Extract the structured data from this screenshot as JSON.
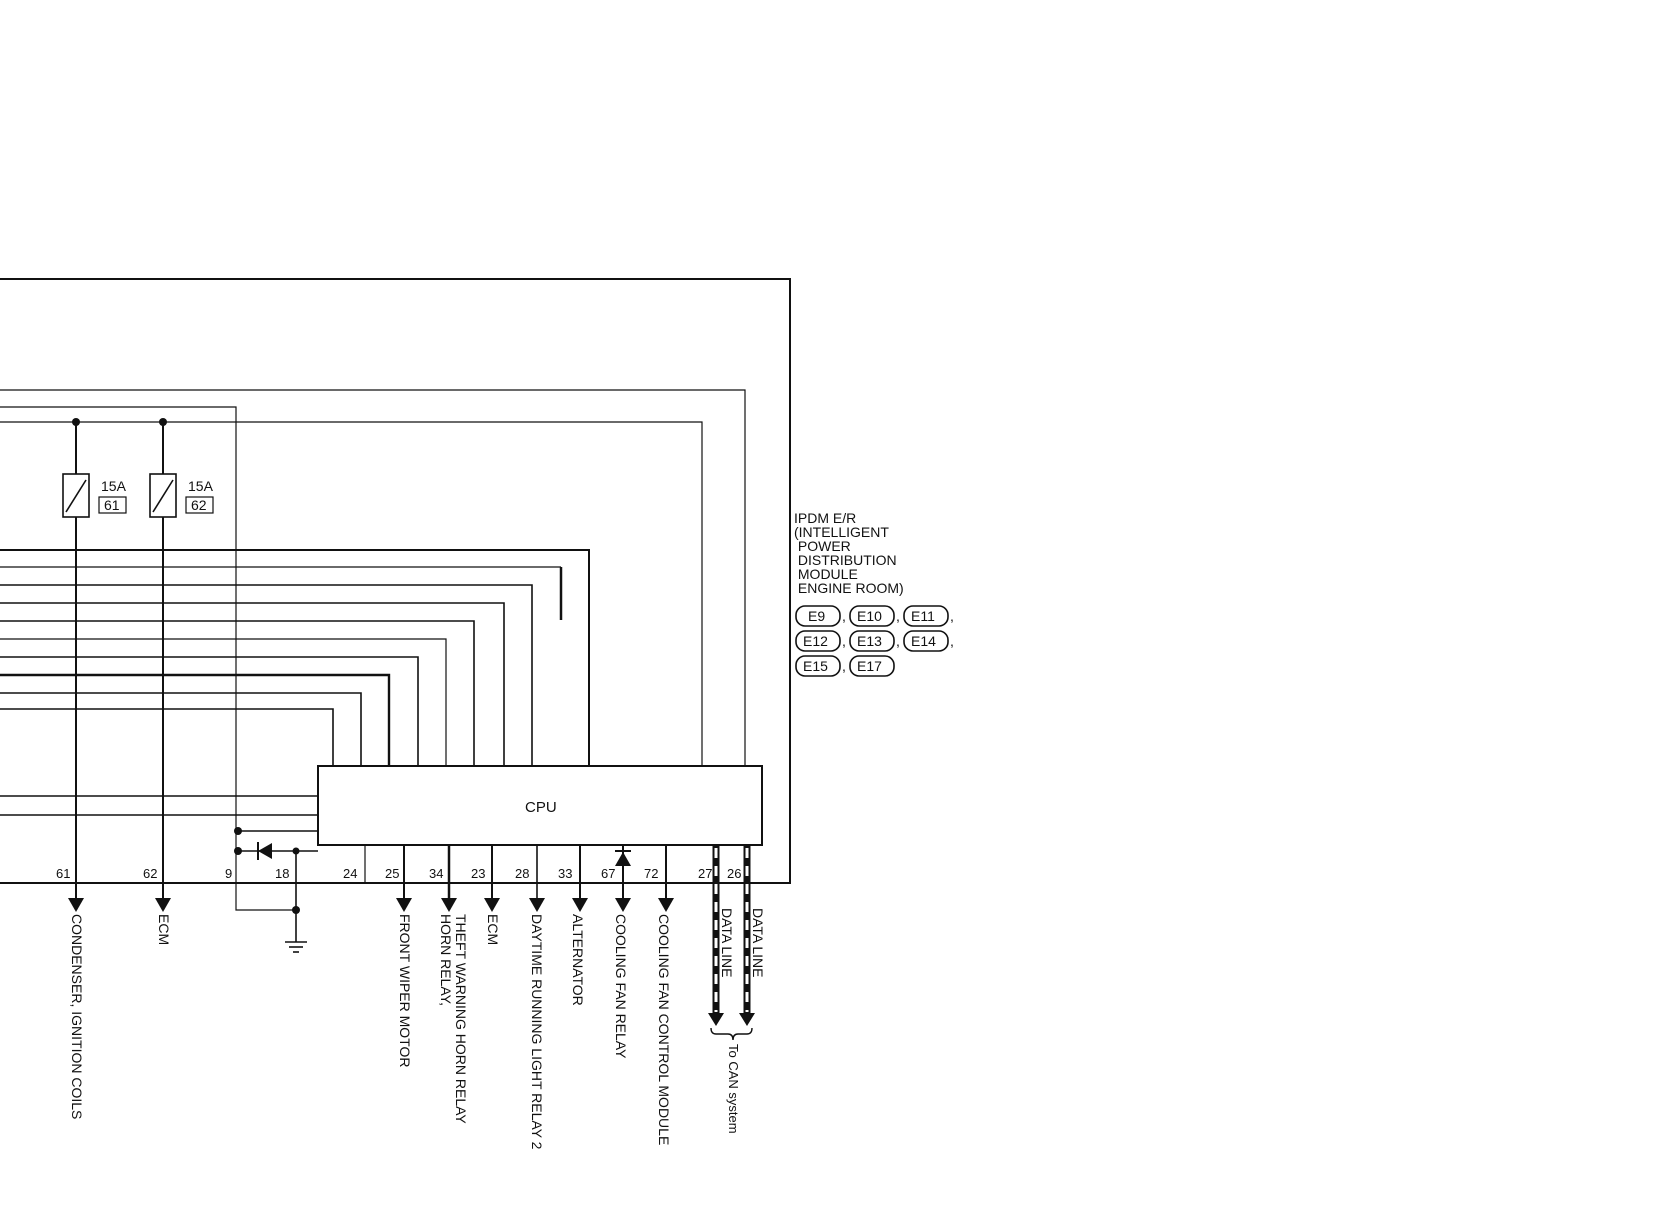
{
  "module": {
    "name_lines": [
      "IPDM E/R",
      "(INTELLIGENT",
      " POWER",
      " DISTRIBUTION",
      " MODULE",
      " ENGINE ROOM)"
    ],
    "connectors": [
      [
        "E9",
        "E10",
        "E11"
      ],
      [
        "E12",
        "E13",
        "E14"
      ],
      [
        "E15",
        "E17"
      ]
    ],
    "cpu_label": "CPU"
  },
  "fuses": [
    {
      "rating": "15A",
      "number": "61"
    },
    {
      "rating": "15A",
      "number": "62"
    }
  ],
  "pins": [
    "61",
    "62",
    "9",
    "18",
    "24",
    "25",
    "34",
    "23",
    "28",
    "33",
    "67",
    "72",
    "27",
    "26"
  ],
  "outputs": [
    {
      "lines": [
        "CONDENSER, IGNITION COILS"
      ]
    },
    {
      "lines": [
        "ECM"
      ]
    },
    {
      "lines": [
        "FRONT WIPER MOTOR"
      ]
    },
    {
      "lines": [
        "HORN RELAY,",
        "THEFT WARNING HORN RELAY"
      ]
    },
    {
      "lines": [
        "ECM"
      ]
    },
    {
      "lines": [
        "DAYTIME RUNNING LIGHT RELAY 2"
      ]
    },
    {
      "lines": [
        "ALTERNATOR"
      ]
    },
    {
      "lines": [
        "COOLING FAN RELAY"
      ]
    },
    {
      "lines": [
        "COOLING FAN CONTROL MODULE"
      ]
    },
    {
      "lines": [
        "DATA LINE"
      ]
    },
    {
      "lines": [
        "DATA LINE"
      ]
    }
  ],
  "can_label": "To CAN system"
}
